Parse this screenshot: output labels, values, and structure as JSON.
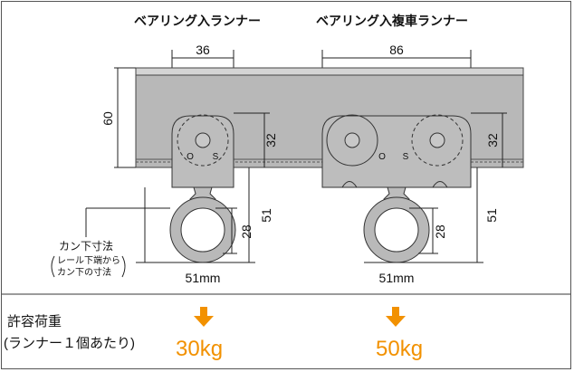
{
  "runner_left": {
    "title": "ベアリング入ランナー",
    "width_dim": "36",
    "height_dim": "32",
    "ring_height_dim": "28",
    "ring_size": "51mm",
    "load": "30kg",
    "marks": [
      "O",
      "S"
    ]
  },
  "runner_right": {
    "title": "ベアリング入複車ランナー",
    "width_dim": "86",
    "height_dim": "32",
    "ring_height_dim": "28",
    "ring_size": "51mm",
    "load": "50kg",
    "marks": [
      "O",
      "S"
    ]
  },
  "rail": {
    "height_dim": "60",
    "drop_dim_left": "51",
    "drop_dim_right": "51"
  },
  "note": {
    "line1": "カン下寸法",
    "line2": "レール下端から",
    "line3": "カン下の寸法"
  },
  "load_section": {
    "label_line1": "許容荷重",
    "label_line2": "(ランナー１個あたり)"
  },
  "colors": {
    "rail": "#b8b8b8",
    "rail_top": "#d8d8d8",
    "ring": "#b9b9b9",
    "arrow": "#f29100",
    "load_text": "#f29100",
    "divider": "#7a7a7a"
  }
}
